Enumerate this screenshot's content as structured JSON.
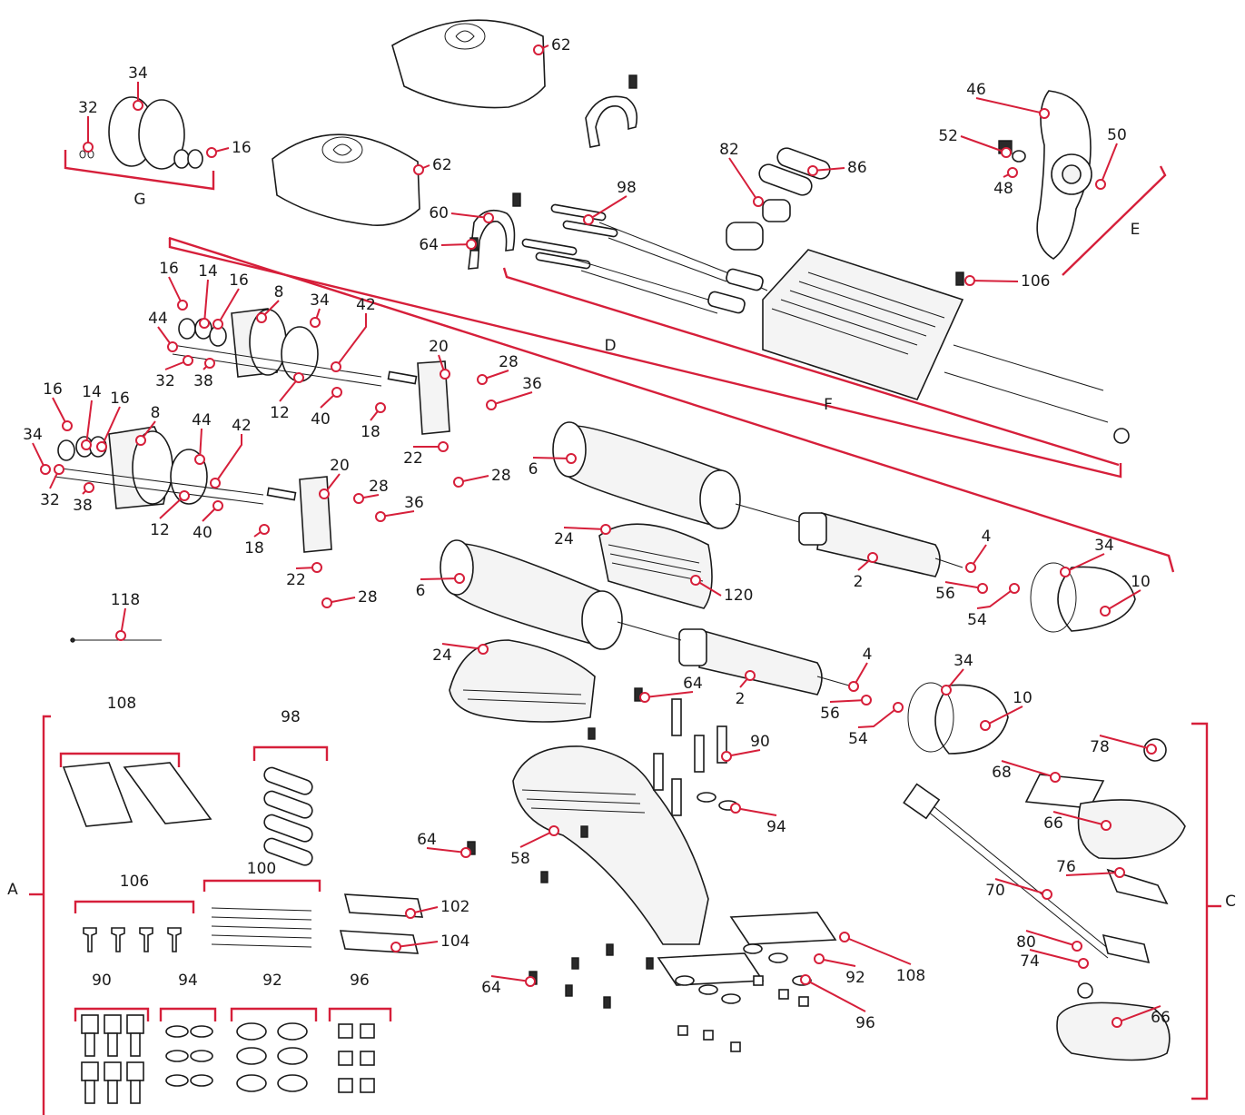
{
  "accent_color": "#d61f3a",
  "ink_color": "#1a1a1a",
  "labels": [
    {
      "text": "62"
    },
    {
      "text": "62"
    },
    {
      "text": "34"
    },
    {
      "text": "32"
    },
    {
      "text": "16"
    },
    {
      "text": "G"
    },
    {
      "text": "98"
    },
    {
      "text": "60"
    },
    {
      "text": "64"
    },
    {
      "text": "82"
    },
    {
      "text": "86"
    },
    {
      "text": "46"
    },
    {
      "text": "52"
    },
    {
      "text": "48"
    },
    {
      "text": "50"
    },
    {
      "text": "E"
    },
    {
      "text": "106"
    },
    {
      "text": "F"
    },
    {
      "text": "D"
    },
    {
      "text": "16"
    },
    {
      "text": "14"
    },
    {
      "text": "16"
    },
    {
      "text": "8"
    },
    {
      "text": "34"
    },
    {
      "text": "44"
    },
    {
      "text": "42"
    },
    {
      "text": "32"
    },
    {
      "text": "38"
    },
    {
      "text": "20"
    },
    {
      "text": "28"
    },
    {
      "text": "12"
    },
    {
      "text": "40"
    },
    {
      "text": "36"
    },
    {
      "text": "18"
    },
    {
      "text": "22"
    },
    {
      "text": "28"
    },
    {
      "text": "16"
    },
    {
      "text": "14"
    },
    {
      "text": "16"
    },
    {
      "text": "8"
    },
    {
      "text": "44"
    },
    {
      "text": "34"
    },
    {
      "text": "42"
    },
    {
      "text": "32"
    },
    {
      "text": "38"
    },
    {
      "text": "20"
    },
    {
      "text": "28"
    },
    {
      "text": "12"
    },
    {
      "text": "40"
    },
    {
      "text": "36"
    },
    {
      "text": "18"
    },
    {
      "text": "22"
    },
    {
      "text": "28"
    },
    {
      "text": "6"
    },
    {
      "text": "24"
    },
    {
      "text": "120"
    },
    {
      "text": "2"
    },
    {
      "text": "4"
    },
    {
      "text": "34"
    },
    {
      "text": "56"
    },
    {
      "text": "54"
    },
    {
      "text": "10"
    },
    {
      "text": "6"
    },
    {
      "text": "118"
    },
    {
      "text": "24"
    },
    {
      "text": "64"
    },
    {
      "text": "2"
    },
    {
      "text": "4"
    },
    {
      "text": "34"
    },
    {
      "text": "56"
    },
    {
      "text": "54"
    },
    {
      "text": "10"
    },
    {
      "text": "108"
    },
    {
      "text": "98"
    },
    {
      "text": "90"
    },
    {
      "text": "94"
    },
    {
      "text": "64"
    },
    {
      "text": "58"
    },
    {
      "text": "106"
    },
    {
      "text": "100"
    },
    {
      "text": "102"
    },
    {
      "text": "104"
    },
    {
      "text": "A"
    },
    {
      "text": "108"
    },
    {
      "text": "92"
    },
    {
      "text": "96"
    },
    {
      "text": "64"
    },
    {
      "text": "90"
    },
    {
      "text": "94"
    },
    {
      "text": "92"
    },
    {
      "text": "96"
    },
    {
      "text": "78"
    },
    {
      "text": "68"
    },
    {
      "text": "66"
    },
    {
      "text": "76"
    },
    {
      "text": "70"
    },
    {
      "text": "C"
    },
    {
      "text": "80"
    },
    {
      "text": "74"
    },
    {
      "text": "66"
    }
  ]
}
